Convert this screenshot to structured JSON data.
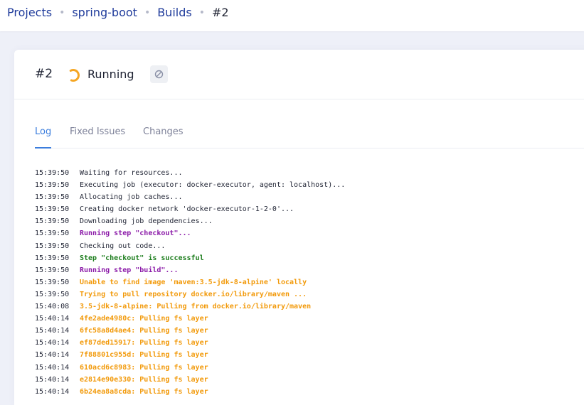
{
  "breadcrumb": {
    "items": [
      "Projects",
      "spring-boot",
      "Builds"
    ],
    "separator": "•",
    "current": "#2"
  },
  "build": {
    "number": "#2",
    "status": "Running",
    "status_icon": "spinner-icon",
    "cancel_icon": "cancel-icon"
  },
  "tabs": {
    "log": "Log",
    "fixed_issues": "Fixed Issues",
    "changes": "Changes",
    "active": "Log"
  },
  "colors": {
    "link": "#1f3b9b",
    "accent": "#3b7ddd",
    "step": "#8b1aa8",
    "success": "#1e7e1e",
    "warning": "#f29a0b",
    "spinner": "#f5a623"
  },
  "log": [
    {
      "time": "15:39:50",
      "message": "Waiting for resources...",
      "style": "info"
    },
    {
      "time": "15:39:50",
      "message": "Executing job (executor: docker-executor, agent: localhost)...",
      "style": "info"
    },
    {
      "time": "15:39:50",
      "message": "Allocating job caches...",
      "style": "info"
    },
    {
      "time": "15:39:50",
      "message": "Creating docker network 'docker-executor-1-2-0'...",
      "style": "info"
    },
    {
      "time": "15:39:50",
      "message": "Downloading job dependencies...",
      "style": "info"
    },
    {
      "time": "15:39:50",
      "message": "Running step \"checkout\"...",
      "style": "step"
    },
    {
      "time": "15:39:50",
      "message": "Checking out code...",
      "style": "info"
    },
    {
      "time": "15:39:50",
      "message": "Step \"checkout\" is successful",
      "style": "success"
    },
    {
      "time": "15:39:50",
      "message": "Running step \"build\"...",
      "style": "step"
    },
    {
      "time": "15:39:50",
      "message": "Unable to find image 'maven:3.5-jdk-8-alpine' locally",
      "style": "warn"
    },
    {
      "time": "15:39:50",
      "message": "Trying to pull repository docker.io/library/maven ...",
      "style": "warn"
    },
    {
      "time": "15:40:08",
      "message": "3.5-jdk-8-alpine: Pulling from docker.io/library/maven",
      "style": "warn"
    },
    {
      "time": "15:40:14",
      "message": "4fe2ade4980c: Pulling fs layer",
      "style": "warn"
    },
    {
      "time": "15:40:14",
      "message": "6fc58a8d4ae4: Pulling fs layer",
      "style": "warn"
    },
    {
      "time": "15:40:14",
      "message": "ef87ded15917: Pulling fs layer",
      "style": "warn"
    },
    {
      "time": "15:40:14",
      "message": "7f88801c955d: Pulling fs layer",
      "style": "warn"
    },
    {
      "time": "15:40:14",
      "message": "610acd6c8983: Pulling fs layer",
      "style": "warn"
    },
    {
      "time": "15:40:14",
      "message": "e2814e90e330: Pulling fs layer",
      "style": "warn"
    },
    {
      "time": "15:40:14",
      "message": "6b24ea8a8cda: Pulling fs layer",
      "style": "warn"
    }
  ]
}
